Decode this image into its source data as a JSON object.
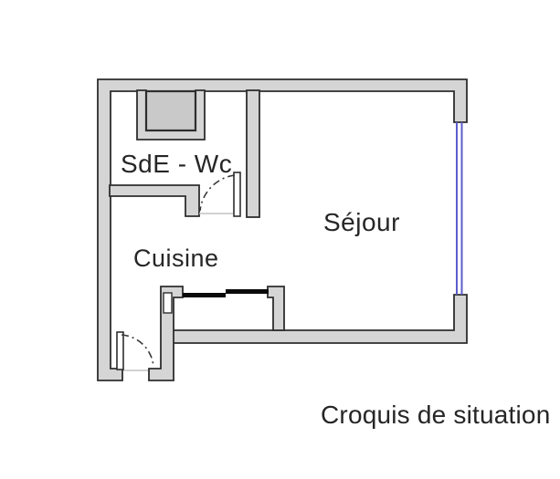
{
  "caption": "Croquis de situation",
  "rooms": {
    "bathroom": {
      "label": "SdE - Wc"
    },
    "kitchen": {
      "label": "Cuisine"
    },
    "living": {
      "label": "Séjour"
    }
  },
  "features": [
    "window",
    "shower-tray",
    "wc-door",
    "entrance-door",
    "kitchen-counter-sliding-panels"
  ],
  "colors": {
    "background": "#ffffff",
    "wall_fill": "#d5d5d5",
    "wall_stroke": "#2e2e2e",
    "shower_fill": "#c9c9c9",
    "window_blue": "#5c5ccd",
    "text": "#262626"
  }
}
